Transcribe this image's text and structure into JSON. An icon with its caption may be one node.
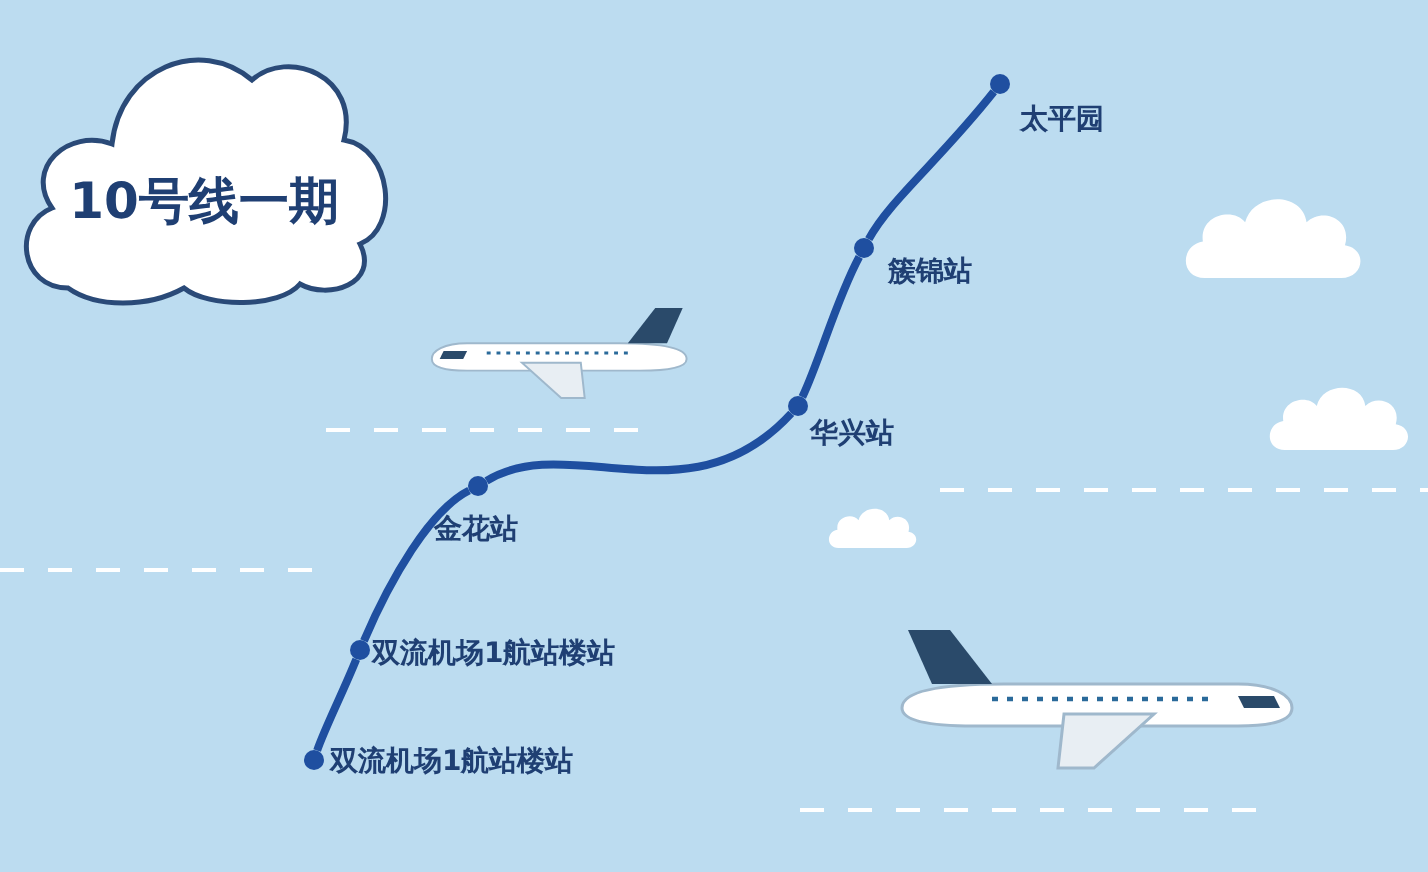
{
  "diagram": {
    "nodes": [
      {
        "text": [
          "10号线一期"
        ]
      },
      {
        "text": [],
        "shape": "circle",
        "beside": [
          "太平园"
        ]
      },
      {
        "text": [],
        "shape": "circle",
        "beside": [
          "簇锦站"
        ]
      },
      {
        "text": [],
        "shape": "circle",
        "beside": [
          "华兴站"
        ]
      },
      {
        "text": [],
        "shape": "circle",
        "beside": [
          "金花站"
        ]
      },
      {
        "text": [],
        "shape": "circle",
        "beside": [
          "双流机场1航站楼站"
        ]
      },
      {
        "text": [],
        "shape": "circle",
        "beside": [
          "双流机场1航站楼站"
        ]
      }
    ],
    "edges": [
      {
        "from": 1,
        "to": 2,
        "arrow": "none"
      },
      {
        "from": 2,
        "to": 3,
        "arrow": "none"
      },
      {
        "from": 3,
        "to": 4,
        "arrow": "none"
      },
      {
        "from": 4,
        "to": 5,
        "arrow": "none"
      },
      {
        "from": 5,
        "to": 6,
        "arrow": "none"
      }
    ]
  }
}
